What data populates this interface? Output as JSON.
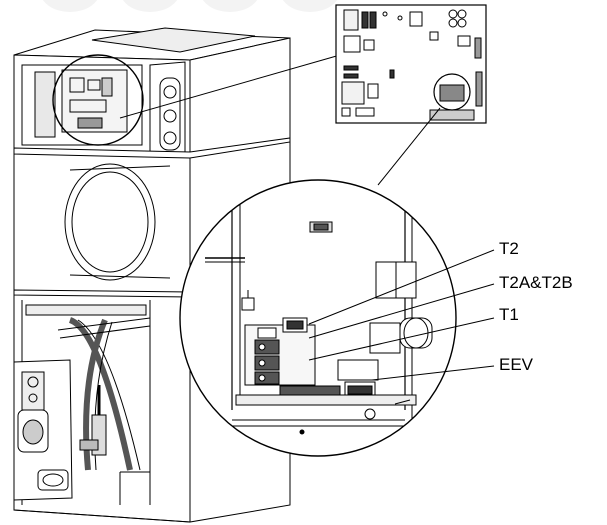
{
  "callouts": {
    "t2": "T2",
    "t2a_t2b": "T2A&T2B",
    "t1": "T1",
    "eev": "EEV"
  },
  "colors": {
    "line": "#000000",
    "background": "#ffffff",
    "shade": "#bdbdbd",
    "light_shade": "#e6e6e6"
  },
  "icons": [
    "circuit-board",
    "magnifier-circle",
    "air-handler-unit",
    "coil",
    "valve"
  ]
}
